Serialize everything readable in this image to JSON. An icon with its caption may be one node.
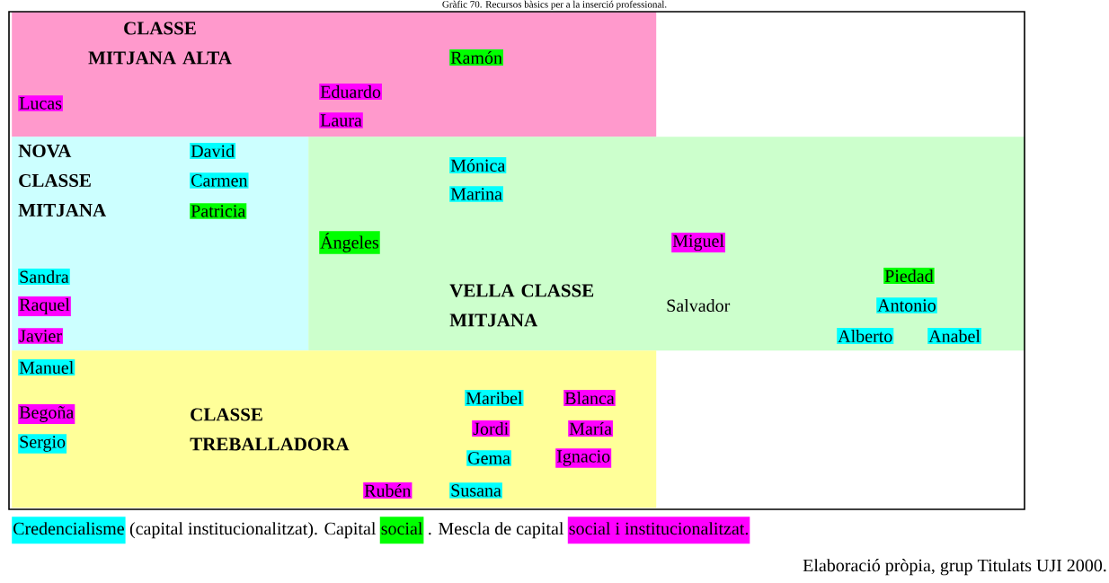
{
  "diagram": {
    "title": "Gràfic 70. Recursos bàsics per a la inserció professional.",
    "caption": "Elaboració pròpia, grup Titulats UJI 2000.",
    "nodes": [
      {
        "text": [
          "CLASSE MITJANA ALTA"
        ]
      },
      {
        "text": [
          "NOVA CLASSE MITJANA"
        ]
      },
      {
        "text": [
          "VELLA CLASSE MITJANA"
        ]
      },
      {
        "text": [
          "CLASSE TREBALLADORA"
        ]
      }
    ],
    "labels": [
      "Ramón",
      "Lucas",
      "Eduardo",
      "Laura",
      "David",
      "Mónica",
      "Carmen",
      "Marina",
      "Patricia",
      "Ángeles",
      "Miguel",
      "Sandra",
      "Piedad",
      "Raquel",
      "Salvador",
      "Antonio",
      "Javier",
      "Alberto",
      "Anabel",
      "Manuel",
      "Maribel",
      "Blanca",
      "Begoña",
      "Jordi",
      "María",
      "Sergio",
      "Gema",
      "Ignacio",
      "Rubén",
      "Susana",
      "(capital institucionalitzat). Capital",
      ". Mescla de capital"
    ],
    "legend": [
      {
        "text": "Credencialisme",
        "color": "#00ffff"
      },
      {
        "text": "social",
        "color": "#00ff00"
      },
      {
        "text": "social i institucionalitzat.",
        "color": "#ff00ff"
      }
    ]
  }
}
